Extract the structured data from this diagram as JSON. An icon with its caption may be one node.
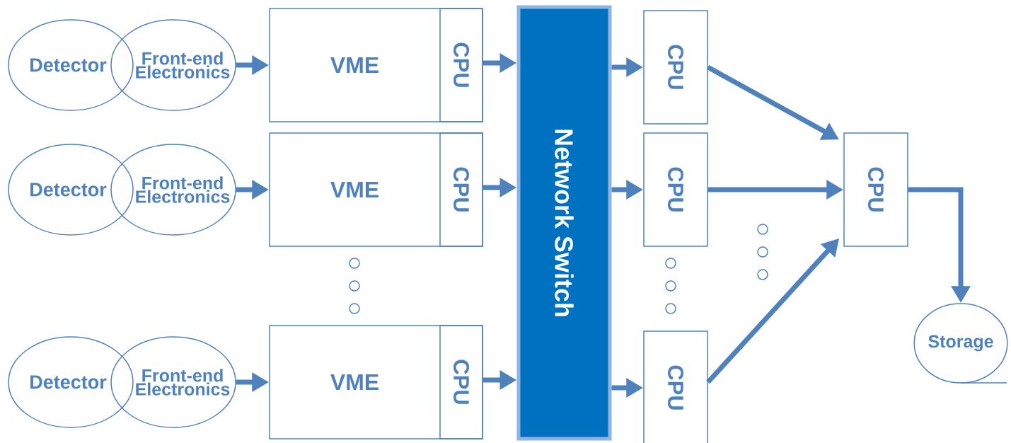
{
  "diagram": {
    "nodes": [
      {
        "text": [
          "Detector"
        ]
      },
      {
        "text": [
          "Front-end Electronics"
        ]
      },
      {
        "text": [
          "VME"
        ]
      },
      {
        "text": [
          "CPU"
        ],
        "in": 2
      },
      {
        "text": [
          "Detector"
        ]
      },
      {
        "text": [
          "Front-end Electronics"
        ]
      },
      {
        "text": [
          "VME"
        ]
      },
      {
        "text": [
          "CPU"
        ],
        "in": 6
      },
      {
        "text": [
          "Detector"
        ]
      },
      {
        "text": [
          "Front-end Electronics"
        ]
      },
      {
        "text": [
          "VME"
        ]
      },
      {
        "text": [
          "CPU"
        ],
        "in": 10
      },
      {
        "text": [
          "Network Switch"
        ]
      },
      {
        "text": [
          "CPU"
        ]
      },
      {
        "text": [
          "CPU"
        ]
      },
      {
        "text": [
          "CPU"
        ]
      },
      {
        "text": [
          "CPU"
        ]
      },
      {
        "text": [
          "Storage"
        ]
      }
    ],
    "edges": [
      {
        "from": 1,
        "to": 2,
        "arrow": "to"
      },
      {
        "from": 3,
        "to": 12,
        "arrow": "to"
      },
      {
        "from": 5,
        "to": 6,
        "arrow": "to"
      },
      {
        "from": 7,
        "to": 12,
        "arrow": "to"
      },
      {
        "from": 9,
        "to": 10,
        "arrow": "to"
      },
      {
        "from": 11,
        "to": 12,
        "arrow": "to"
      },
      {
        "from": 12,
        "to": 13,
        "arrow": "to"
      },
      {
        "from": 12,
        "to": 14,
        "arrow": "to"
      },
      {
        "from": 12,
        "to": 15,
        "arrow": "to"
      },
      {
        "from": 13,
        "to": 16,
        "arrow": "to"
      },
      {
        "from": 14,
        "to": 16,
        "arrow": "to"
      },
      {
        "from": 15,
        "to": 16,
        "arrow": "to"
      },
      {
        "from": 16,
        "to": 17,
        "arrow": "to"
      }
    ]
  }
}
